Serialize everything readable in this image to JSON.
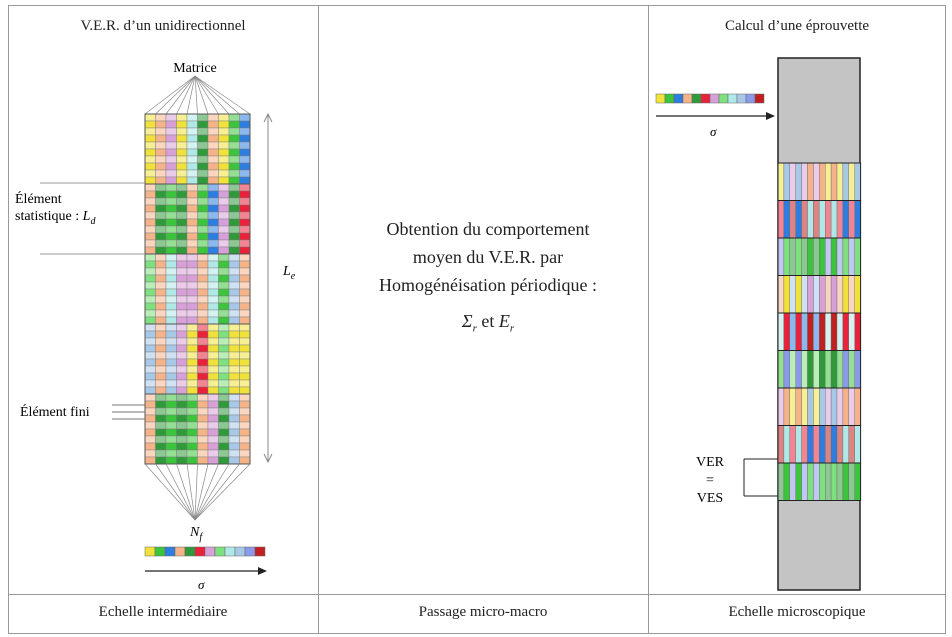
{
  "headers": {
    "left": "V.E.R. d’un unidirectionnel",
    "right": "Calcul d’une éprouvette"
  },
  "center": {
    "line1": "Obtention du comportement",
    "line2": "moyen du V.E.R. par",
    "line3": "Homogénéisation périodique :",
    "formula_sigma": "Σ",
    "formula_sub1": "r",
    "formula_et": " et ",
    "formula_E": "E",
    "formula_sub2": "r"
  },
  "footers": {
    "left": "Echelle intermédiaire",
    "center": "Passage micro-macro",
    "right": "Echelle microscopique"
  },
  "left_diagram": {
    "matrice": "Matrice",
    "element_statistique_1": "Élément",
    "element_statistique_2": "statistique : ",
    "Ld": "L",
    "Ld_sub": "d",
    "Le": "L",
    "Le_sub": "e",
    "element_fini": "Élément fini",
    "Nf": "N",
    "Nf_sub": "f",
    "sigma": "σ"
  },
  "right_diagram": {
    "sigma": "σ",
    "ver": "VER",
    "eq": "=",
    "ves": "VES"
  },
  "colors": {
    "border": "#9a9a9a",
    "specimen_gray": "#c4c4c4",
    "fiber_palette": [
      "#f0e23a",
      "#3cc43c",
      "#2e7de0",
      "#f5b38a",
      "#2f9a3a",
      "#e8223a",
      "#d8a0d8",
      "#7fe07f",
      "#b0e8e8",
      "#a8c8e8",
      "#8a9ae8",
      "#c02020"
    ]
  }
}
